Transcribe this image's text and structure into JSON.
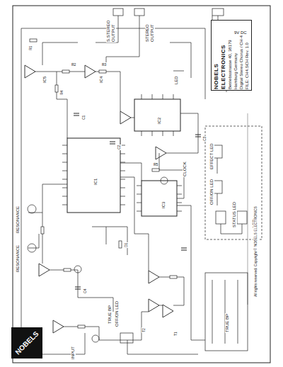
{
  "diagram": {
    "nodes": [
      {
        "text": [
          "NOBELS ELECTRONICS",
          "Betriebsstrasse 40, 38179 Hamburg Germany",
          "Digital Stereo Chorus / CH-4",
          "FILE: CH4.SCH  Rev. 1.0"
        ]
      },
      {
        "text": [
          "NOBELS"
        ]
      }
    ],
    "labels": [
      "S.STEREO",
      "OUTPUT",
      "STEREO",
      "OUTPUT",
      "9V DC",
      "LED",
      "RESONANCE",
      "RESONANCE",
      "CLOCK",
      "IC1",
      "IC2",
      "IC3",
      "IC4",
      "IC5",
      "R1",
      "R2",
      "R3",
      "R4",
      "R5",
      "C1",
      "C2",
      "C3",
      "C4",
      "T1",
      "T2",
      "D1",
      "TRUE BP",
      "OFF/ON LED",
      "INPUT",
      "EFFECT LED",
      "OFF/ON LED",
      "STATUS LED",
      "TRUE BP",
      "LED",
      "All rights reserved. Copyright © NOBELS ELECTRONICS"
    ]
  }
}
